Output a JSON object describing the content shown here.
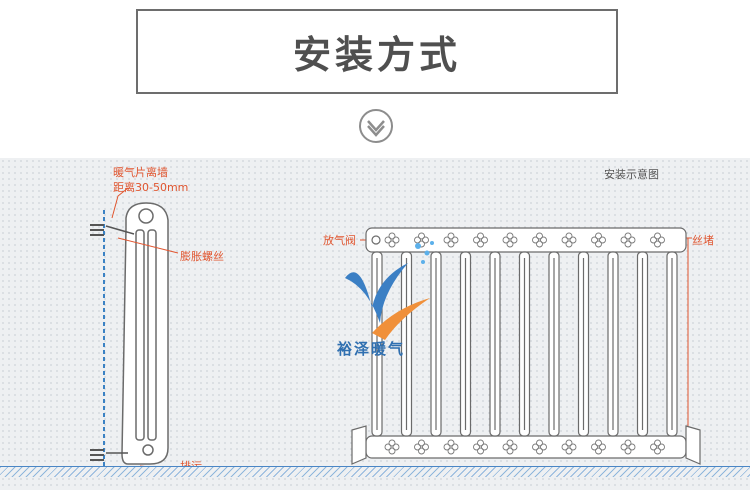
{
  "header": {
    "title": "安装方式"
  },
  "diagram": {
    "caption": "安装示意图",
    "labels": {
      "distance_line1": "暖气片离墙",
      "distance_line2": "距离30-50mm",
      "expansion_screw": "膨胀螺丝",
      "drain": "排污",
      "air_valve": "放气阀",
      "wire_wall": "丝堵"
    },
    "brand": "裕泽暖气",
    "icons": [
      "chevron-down-icon",
      "brand-logo"
    ],
    "colors": {
      "annotation": "#e0552f",
      "wall": "#3b82c4",
      "outline": "#6b6b6b"
    }
  }
}
